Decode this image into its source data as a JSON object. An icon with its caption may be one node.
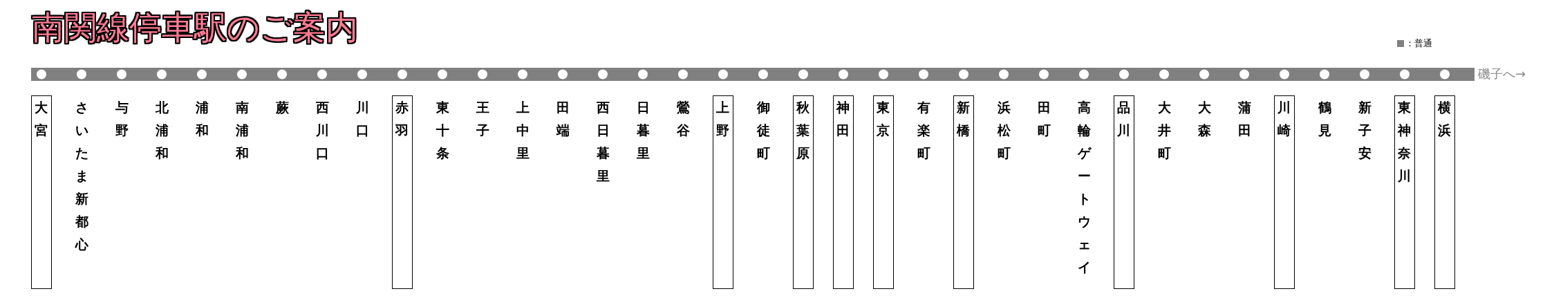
{
  "diagram": {
    "title": "南関線停車駅のご案内",
    "nodes": [
      {
        "text": [
          "大宮"
        ]
      },
      {
        "text": [
          "さいたま新都心"
        ]
      },
      {
        "text": [
          "与野"
        ]
      },
      {
        "text": [
          "北浦和"
        ]
      },
      {
        "text": [
          "浦和"
        ]
      },
      {
        "text": [
          "南浦和"
        ]
      },
      {
        "text": [
          "蕨"
        ]
      },
      {
        "text": [
          "西川口"
        ]
      },
      {
        "text": [
          "川口"
        ]
      },
      {
        "text": [
          "赤羽"
        ]
      },
      {
        "text": [
          "東十条"
        ]
      },
      {
        "text": [
          "王子"
        ]
      },
      {
        "text": [
          "上中里"
        ]
      },
      {
        "text": [
          "田端"
        ]
      },
      {
        "text": [
          "西日暮里"
        ]
      },
      {
        "text": [
          "日暮里"
        ]
      },
      {
        "text": [
          "鶯谷"
        ]
      },
      {
        "text": [
          "上野"
        ]
      },
      {
        "text": [
          "御徒町"
        ]
      },
      {
        "text": [
          "秋葉原"
        ]
      },
      {
        "text": [
          "神田"
        ]
      },
      {
        "text": [
          "東京"
        ]
      },
      {
        "text": [
          "有楽町"
        ]
      },
      {
        "text": [
          "新橋"
        ]
      },
      {
        "text": [
          "浜松町"
        ]
      },
      {
        "text": [
          "田町"
        ]
      },
      {
        "text": [
          "高輪ゲートウェイ"
        ]
      },
      {
        "text": [
          "品川"
        ]
      },
      {
        "text": [
          "大井町"
        ]
      },
      {
        "text": [
          "大森"
        ]
      },
      {
        "text": [
          "蒲田"
        ]
      },
      {
        "text": [
          "川崎"
        ]
      },
      {
        "text": [
          "鶴見"
        ]
      },
      {
        "text": [
          "新子安"
        ]
      },
      {
        "text": [
          "東神奈川"
        ]
      },
      {
        "text": [
          "横浜"
        ]
      }
    ],
    "labels": [
      "磯子へ→"
    ],
    "legend": [
      {
        "text": "：普通",
        "color": "#808080"
      }
    ]
  }
}
